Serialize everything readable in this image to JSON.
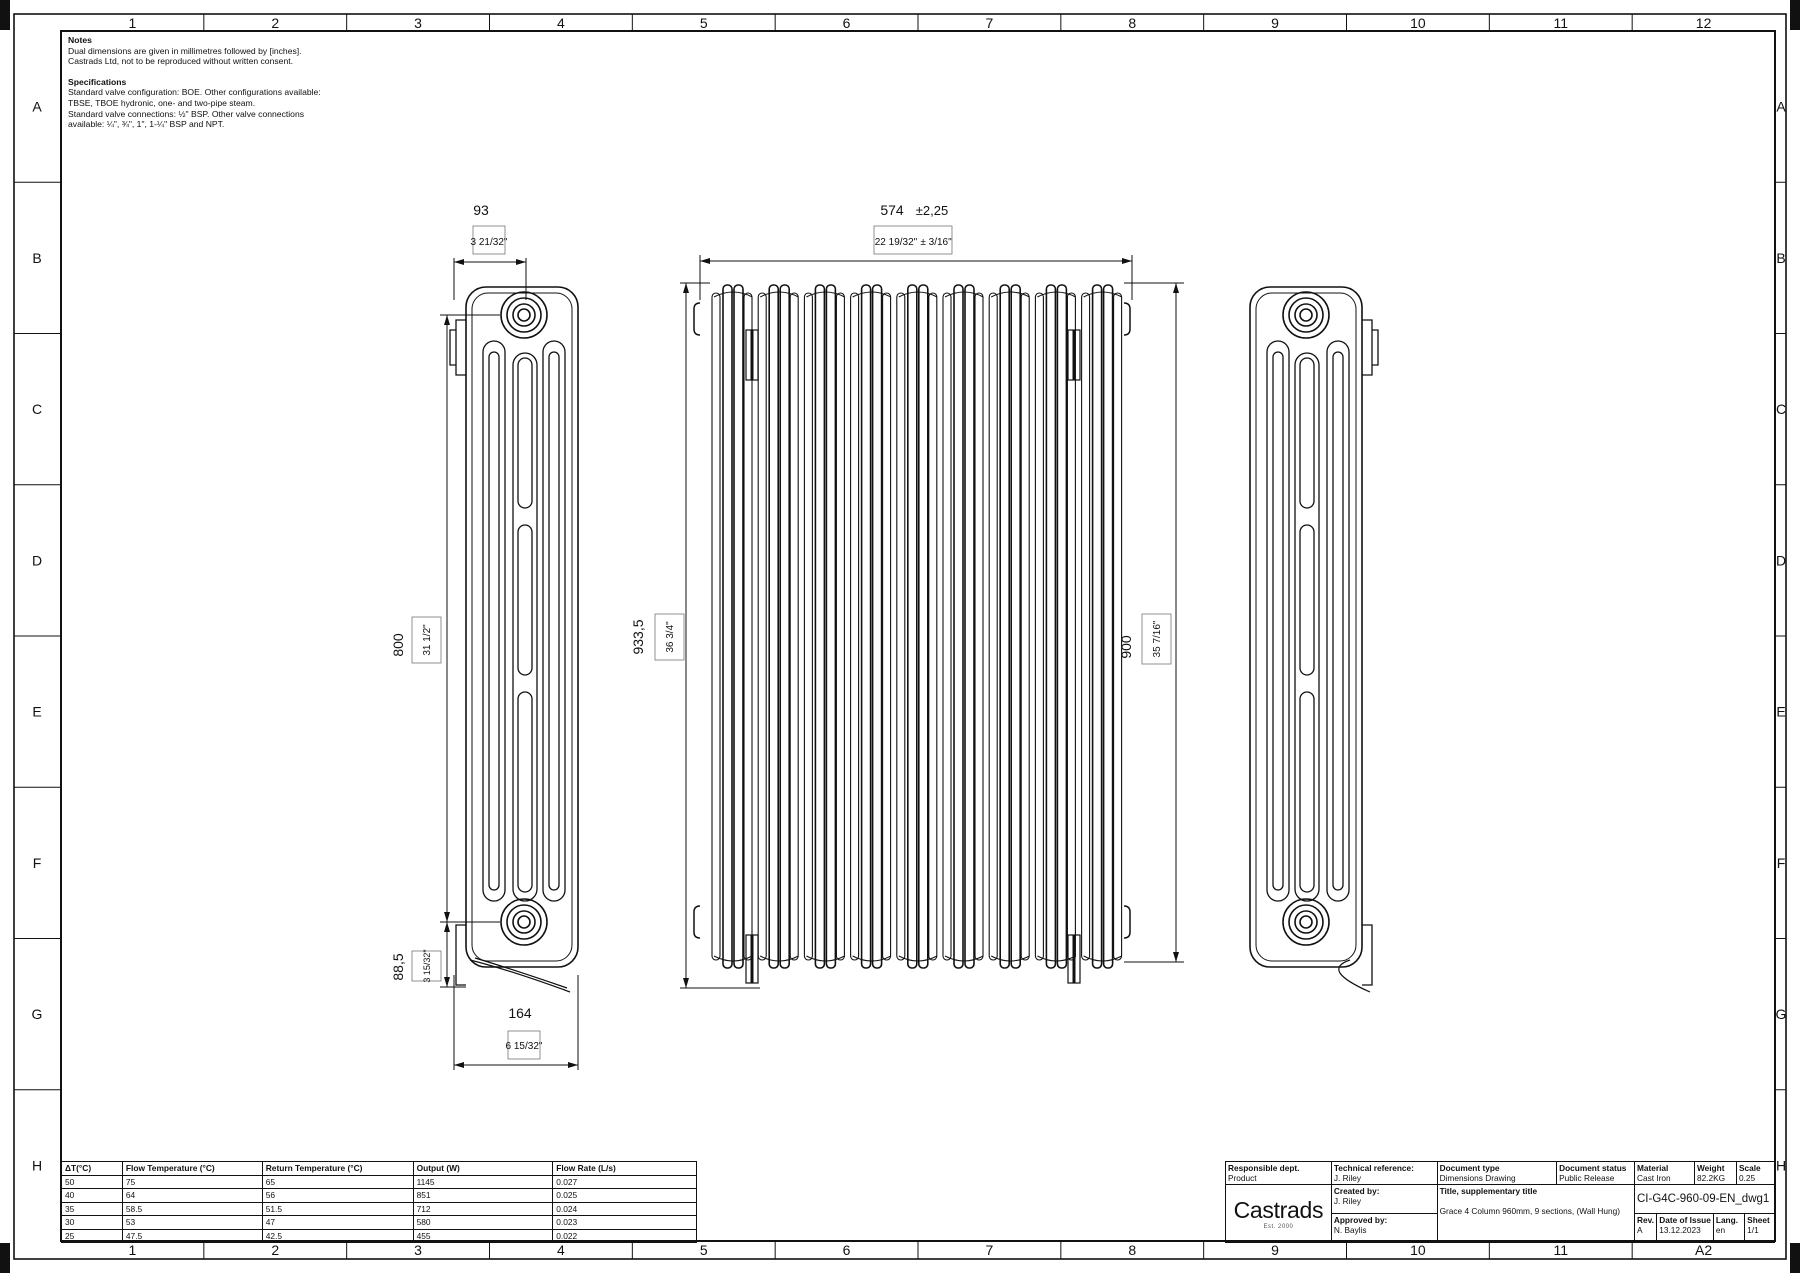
{
  "frame": {
    "columns": [
      "1",
      "2",
      "3",
      "4",
      "5",
      "6",
      "7",
      "8",
      "9",
      "10",
      "11",
      "12"
    ],
    "rows": [
      "A",
      "B",
      "C",
      "D",
      "E",
      "F",
      "G",
      "H"
    ],
    "sheet_size_label": "A2"
  },
  "notes": {
    "heading": "Notes",
    "lines": [
      "Dual dimensions are given in millimetres followed by [inches].",
      "Castrads Ltd, not to be reproduced without written consent."
    ],
    "spec_heading": "Specifications",
    "spec_lines": [
      "Standard valve configuration: BOE. Other configurations available:",
      "TBSE, TBOE hydronic, one- and two-pipe steam.",
      "Standard valve connections: ½\" BSP. Other valve connections",
      "available: ¼\", ¾\", 1\", 1-¼\" BSP and NPT."
    ]
  },
  "dimensions": {
    "side_width_mm": "93",
    "side_width_in": "3 21/32\"",
    "front_width_mm": "574",
    "front_width_tol": "±2,25",
    "front_width_in": "22 19/32\"",
    "front_width_tol_in": "± 3/16\"",
    "centres_mm": "800",
    "centres_in": "31 1/2\"",
    "overall_height_mm": "933,5",
    "overall_height_in": "36 3/4\"",
    "body_height_mm": "900",
    "body_height_in": "35 7/16\"",
    "bottom_mm": "88,5",
    "bottom_in": "3 15/32\"",
    "depth_mm": "164",
    "depth_in": "6 15/32\""
  },
  "performance_table": {
    "headers": [
      "ΔT(°C)",
      "Flow Temperature (°C)",
      "Return Temperature (°C)",
      "Output (W)",
      "Flow Rate (L/s)"
    ],
    "rows": [
      [
        "50",
        "75",
        "65",
        "1145",
        "0.027"
      ],
      [
        "40",
        "64",
        "56",
        "851",
        "0.025"
      ],
      [
        "35",
        "58.5",
        "51.5",
        "712",
        "0.024"
      ],
      [
        "30",
        "53",
        "47",
        "580",
        "0.023"
      ],
      [
        "25",
        "47.5",
        "42.5",
        "455",
        "0.022"
      ]
    ]
  },
  "title_block": {
    "responsible_dept_label": "Responsible dept.",
    "responsible_dept": "Product",
    "technical_reference_label": "Technical reference:",
    "technical_reference": "J. Riley",
    "document_type_label": "Document type",
    "document_type": "Dimensions Drawing",
    "document_status_label": "Document status",
    "document_status": "Public Release",
    "material_label": "Material",
    "material": "Cast Iron",
    "weight_label": "Weight",
    "weight": "82.2KG",
    "scale_label": "Scale",
    "scale": "0.25",
    "logo": "Castrads",
    "logo_sub": "Est. 2000",
    "created_by_label": "Created by:",
    "created_by": "J. Riley",
    "approved_by_label": "Approved by:",
    "approved_by": "N. Baylis",
    "title_label": "Title, supplementary title",
    "title": "Grace 4 Column 960mm, 9 sections, (Wall Hung)",
    "drawing_number": "CI-G4C-960-09-EN_dwg1",
    "rev_label": "Rev.",
    "rev": "A",
    "date_label": "Date of Issue",
    "date": "13.12.2023",
    "lang_label": "Lang.",
    "lang": "en",
    "sheet_label": "Sheet",
    "sheet": "1/1"
  }
}
